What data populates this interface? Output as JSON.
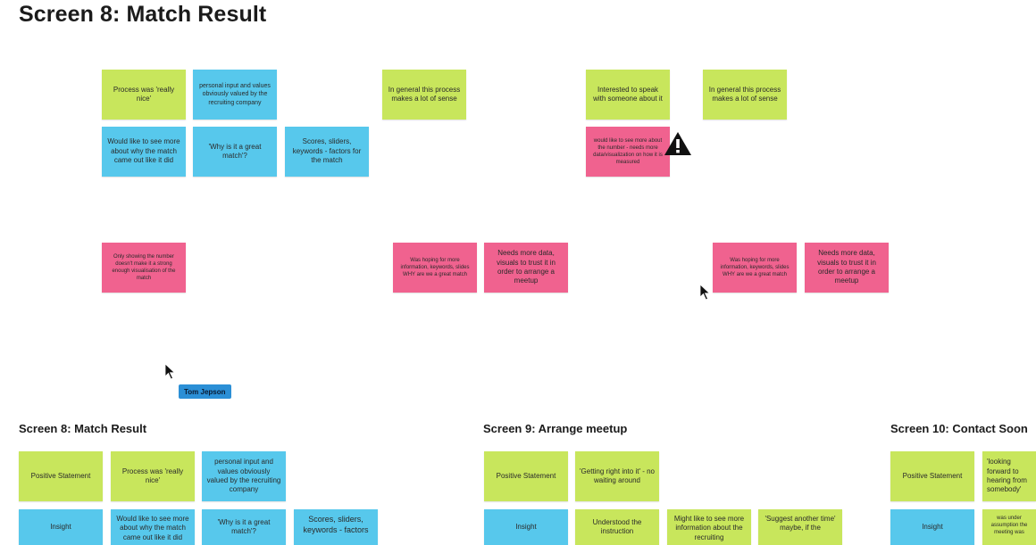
{
  "board": {
    "title": "Screen 8: Match Result",
    "collaborator_name": "Tom Jepson",
    "detail_notes": {
      "process_really_nice": "Process was 'really nice'",
      "personal_input": "personal input and values obviously valued by the recruiting company",
      "general_sense_1": "In general this process makes a lot of sense",
      "interested_speak": "Interested to speak with someone about it",
      "general_sense_2": "In general this process makes a lot of sense",
      "see_more_why": "Would like to see more about why the match came out like it did",
      "why_great_match": "'Why is it a great match'?",
      "scores_sliders": "Scores, sliders, keywords - factors for the match",
      "see_more_number": "would like to see more about the number - needs more data/visualization on how it is measured",
      "only_number": "Only showing the number doesn't make it a strong enough visualisation of the match",
      "hoping_info_1": "Was hoping for more information, keywords, slides WHY are we a great match",
      "needs_data_1": "Needs more data, visuals to trust it in order to arrange a meetup",
      "hoping_info_2": "Was hoping for more information, keywords, slides WHY are we a great match",
      "needs_data_2": "Needs more data, visuals to trust it in order to arrange a meetup"
    },
    "summary": {
      "screen8": {
        "title": "Screen 8: Match Result",
        "positive_label": "Positive Statement",
        "insight_label": "Insight",
        "process_really_nice": "Process was 'really nice'",
        "personal_input": "personal input and values obviously valued by the recruiting company",
        "see_more_why": "Would like to see more about why the match came out like it did",
        "why_great_match": "'Why is it a great match'?",
        "scores_sliders": "Scores, sliders, keywords - factors"
      },
      "screen9": {
        "title": "Screen 9: Arrange meetup",
        "positive_label": "Positive Statement",
        "insight_label": "Insight",
        "getting_right_into": "'Getting right into it' - no waiting around",
        "understood": "Understood the instruction",
        "more_info": "Might like to see more information about the recruiting",
        "suggest_another": "'Suggest another time' maybe, if the"
      },
      "screen10": {
        "title": "Screen 10: Contact Soon",
        "positive_label": "Positive Statement",
        "insight_label": "Insight",
        "looking_forward": "'looking forward to hearing from somebody'",
        "assumption": "was under assumption the meeting was"
      }
    },
    "colors": {
      "green": "#c8e65c",
      "blue": "#57c8ec",
      "pink": "#f0628f",
      "name_tag": "#2b8fd6"
    },
    "icons": [
      "warning-icon",
      "cursor-icon"
    ]
  }
}
